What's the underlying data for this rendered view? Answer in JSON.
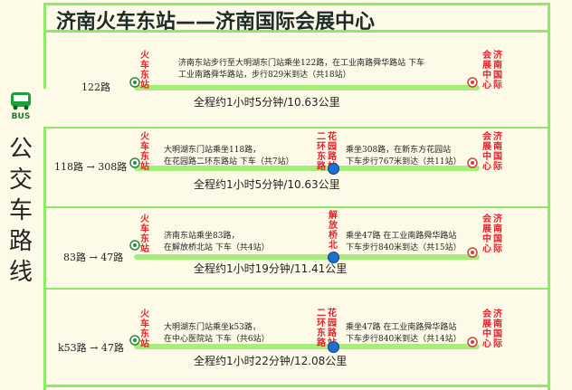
{
  "title": "济南火车东站——济南国际会展中心",
  "side_label": [
    "公",
    "交",
    "车",
    "路",
    "线"
  ],
  "bus_icon_label": "BUS",
  "start_stop": [
    "火",
    "车",
    "东",
    "站"
  ],
  "end_stop": [
    "会",
    "展",
    "中",
    "心"
  ],
  "end_stop_right": [
    "济",
    "南",
    "国",
    "际"
  ],
  "routes": [
    {
      "name": "122路",
      "desc_lines": [
        "济南东站步行至大明湖东门站乘坐122路，在工业南路舜华路站 下车",
        "工业南路舜华路站，步行829米到达（共18站）"
      ],
      "total": "全程约1小时5分钟/10.63公里"
    },
    {
      "name": "118路 → 308路",
      "desc_left": [
        "大明湖东门站乘坐118路，",
        "在花园路二环东路站 下车（共7站）"
      ],
      "transfer_stop": [
        "二",
        "花",
        "环",
        "园",
        "东",
        "路",
        "路",
        "站"
      ],
      "desc_right": [
        "乘坐308路，在新东方花园站",
        "下车步行767米到达（共11站）"
      ],
      "total": "全程约1小时5分钟/10.63公里"
    },
    {
      "name": "83路 → 47路",
      "desc_left": [
        "济南东站乘坐83路，",
        "在解放桥北站 下车（共4站）"
      ],
      "transfer_stop": [
        "解",
        "放",
        "桥",
        "北"
      ],
      "desc_right": [
        "乘坐47路 在工业南路舜华路站",
        "下车步行840米到达（共15站）"
      ],
      "total": "全程约1小时19分钟/11.41公里"
    },
    {
      "name": "k53路 → 47路",
      "desc_left": [
        "大明湖东门站乘坐k53路，",
        "在中心医院站 下车（共6站）"
      ],
      "transfer_stop": [
        "二",
        "花",
        "环",
        "园",
        "东",
        "路",
        "路",
        "站"
      ],
      "desc_right": [
        "乘坐47路 在工业南路舜华路站",
        "下车步行840米到达（共14站）"
      ],
      "total": "全程约1小时22分钟/12.08公里"
    }
  ],
  "colors": {
    "frame": "#8ee86a",
    "route_line": "#a6ee7a",
    "stop_text": "#e8202a",
    "transfer_dot": "#1f6fd0",
    "background": "#fdfbe8"
  }
}
